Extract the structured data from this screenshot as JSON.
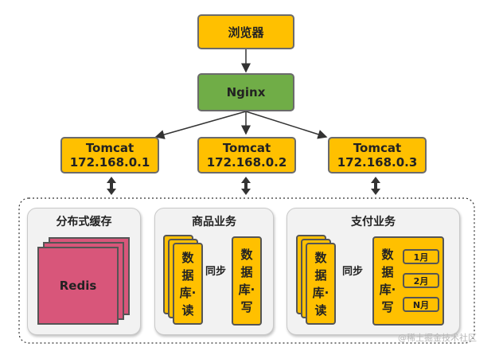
{
  "browser": "浏览器",
  "nginx": "Nginx",
  "tomcats": [
    {
      "name": "Tomcat",
      "ip": "172.168.0.1"
    },
    {
      "name": "Tomcat",
      "ip": "172.168.0.2"
    },
    {
      "name": "Tomcat",
      "ip": "172.168.0.3"
    }
  ],
  "cache": {
    "title": "分布式缓存",
    "label": "Redis"
  },
  "product": {
    "title": "商品业务",
    "read": "数据库·读",
    "write": "数据库·写",
    "sync": "同步"
  },
  "payment": {
    "title": "支付业务",
    "read": "数据库·读",
    "write": "数据库·写",
    "sync": "同步",
    "shards": [
      "1月",
      "2月",
      "N月"
    ]
  },
  "watermark": "@稀土掘金技术社区",
  "colors": {
    "yellow": "#ffc000",
    "green": "#70ad47",
    "pink": "#d8567a",
    "panel": "#f2f2f2"
  }
}
